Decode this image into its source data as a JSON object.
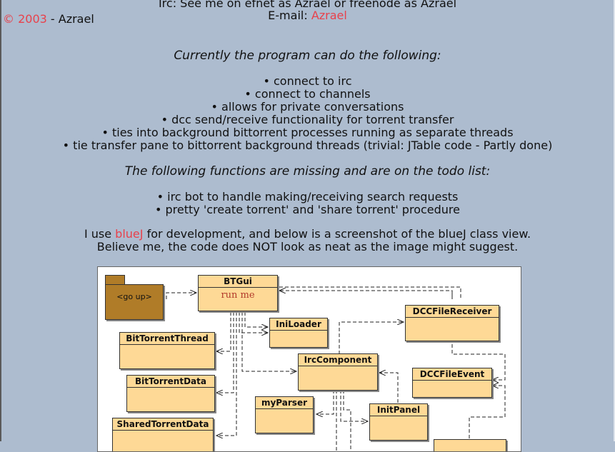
{
  "copyright": {
    "symbol_year": "© 2003",
    "rest": " - Azrael"
  },
  "contact": {
    "irc_line": "Irc: See me on efnet as Azrael or freenode as Azrael",
    "email_prefix": "E-mail: ",
    "email_link": "Azrael"
  },
  "can_do": {
    "heading": "Currently the program can do the following:",
    "items": [
      "• connect to irc",
      "• connect to channels",
      "• allows for private conversations",
      "• dcc send/receive functionality for torrent transfer",
      "• ties into background bittorrent processes running as separate threads",
      "• tie transfer pane to bittorrent background threads (trivial: JTable code - Partly done)"
    ]
  },
  "todo": {
    "heading": "The following functions are missing and are on the todo list:",
    "items": [
      "• irc bot to handle making/receiving search requests",
      "• pretty 'create torrent' and 'share torrent' procedure"
    ]
  },
  "dev_note": {
    "prefix": "I use ",
    "link": "blueJ",
    "suffix": " for development, and below is a screenshot of the blueJ class view.",
    "line2": "Believe me, the code does NOT look as neat as the image might suggest."
  },
  "diagram": {
    "package_label": "<go up>",
    "classes": {
      "btgui": "BTGui",
      "btgui_run": "run me",
      "iniloader": "IniLoader",
      "dccfilereceiver": "DCCFileReceiver",
      "bittorrentthread": "BitTorrentThread",
      "irccomponent": "IrcComponent",
      "dccfileevent": "DCCFileEvent",
      "bittorrentdata": "BitTorrentData",
      "myparser": "myParser",
      "initpanel": "InitPanel",
      "sharedtorrentdata": "SharedTorrentData"
    }
  }
}
